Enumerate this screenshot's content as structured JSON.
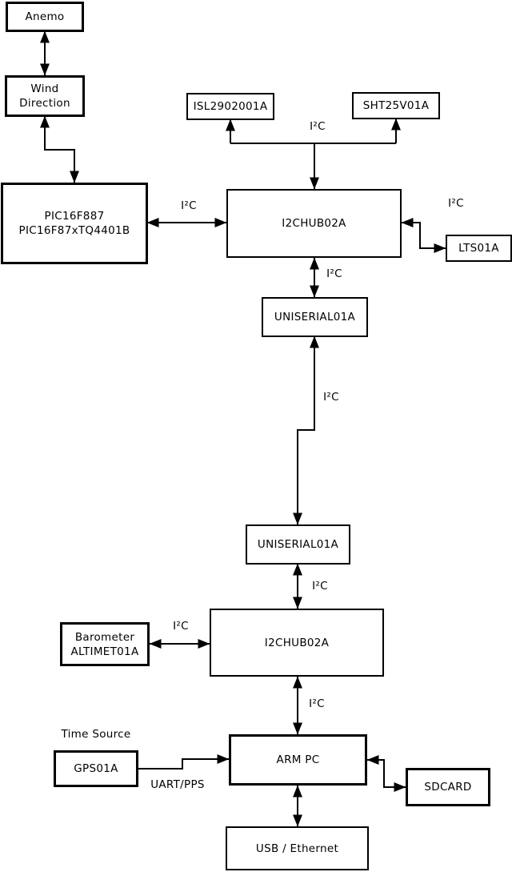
{
  "nodes": {
    "anemo": {
      "label": "Anemo"
    },
    "wind_direction": {
      "line1": "Wind",
      "line2": "Direction"
    },
    "pic": {
      "line1": "PIC16F887",
      "line2": "PIC16F87xTQ4401B"
    },
    "isl": {
      "label": "ISL2902001A"
    },
    "sht": {
      "label": "SHT25V01A"
    },
    "i2c_hub_top": {
      "label": "I2CHUB02A"
    },
    "lts": {
      "label": "LTS01A"
    },
    "uniserial_upper": {
      "label": "UNISERIAL01A"
    },
    "uniserial_lower": {
      "label": "UNISERIAL01A"
    },
    "i2c_hub_bottom": {
      "label": "I2CHUB02A"
    },
    "barometer": {
      "line1": "Barometer",
      "line2": "ALTIMET01A"
    },
    "arm_pc": {
      "label": "ARM PC"
    },
    "gps": {
      "label": "GPS01A"
    },
    "sdcard": {
      "label": "SDCARD"
    },
    "usb_ethernet": {
      "label": "USB / Ethernet"
    }
  },
  "edge_labels": {
    "i2c": "I²C",
    "uart_pps": "UART/PPS",
    "time_source": "Time Source"
  },
  "colors": {
    "background": "#ffffff",
    "box_fill": "#ffffff",
    "box_border": "#000000",
    "text": "#000000",
    "connector": "#000000"
  }
}
